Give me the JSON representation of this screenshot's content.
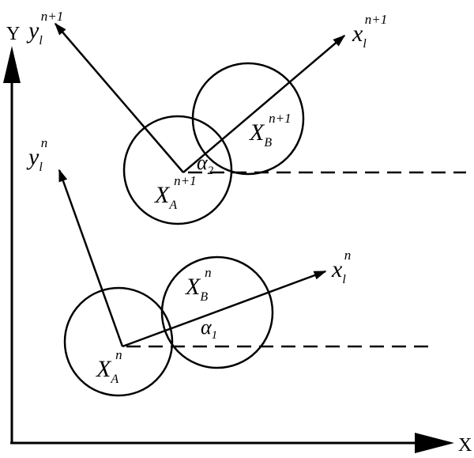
{
  "axes": {
    "x_label": "X",
    "y_label": "Y"
  },
  "frame_n1": {
    "x_axis": {
      "base": "x",
      "sub": "l",
      "sup": "n+1"
    },
    "y_axis": {
      "base": "y",
      "sub": "l",
      "sup": "n+1"
    },
    "particle_a": {
      "base": "X",
      "sub": "A",
      "sup": "n+1"
    },
    "particle_b": {
      "base": "X",
      "sub": "B",
      "sup": "n+1"
    },
    "angle": {
      "base": "α",
      "sub": "2"
    }
  },
  "frame_n": {
    "x_axis": {
      "base": "x",
      "sub": "l",
      "sup": "n"
    },
    "y_axis": {
      "base": "y",
      "sub": "l",
      "sup": "n"
    },
    "particle_a": {
      "base": "X",
      "sub": "A",
      "sup": "n"
    },
    "particle_b": {
      "base": "X",
      "sub": "B",
      "sup": "n"
    },
    "angle": {
      "base": "α",
      "sub": "1"
    }
  }
}
